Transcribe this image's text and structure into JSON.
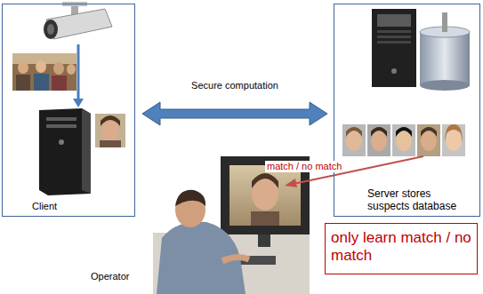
{
  "diagram": {
    "nodes": [
      {
        "text": [
          "Client"
        ]
      },
      {
        "text": [
          "Server stores suspects database"
        ]
      },
      {
        "text": [
          "only learn match / no match"
        ]
      }
    ],
    "edges": [
      {
        "from": 0,
        "to": 1,
        "arrow": "both",
        "label": "Secure computation"
      }
    ],
    "labels": [
      "match / no match",
      "Operator"
    ]
  }
}
